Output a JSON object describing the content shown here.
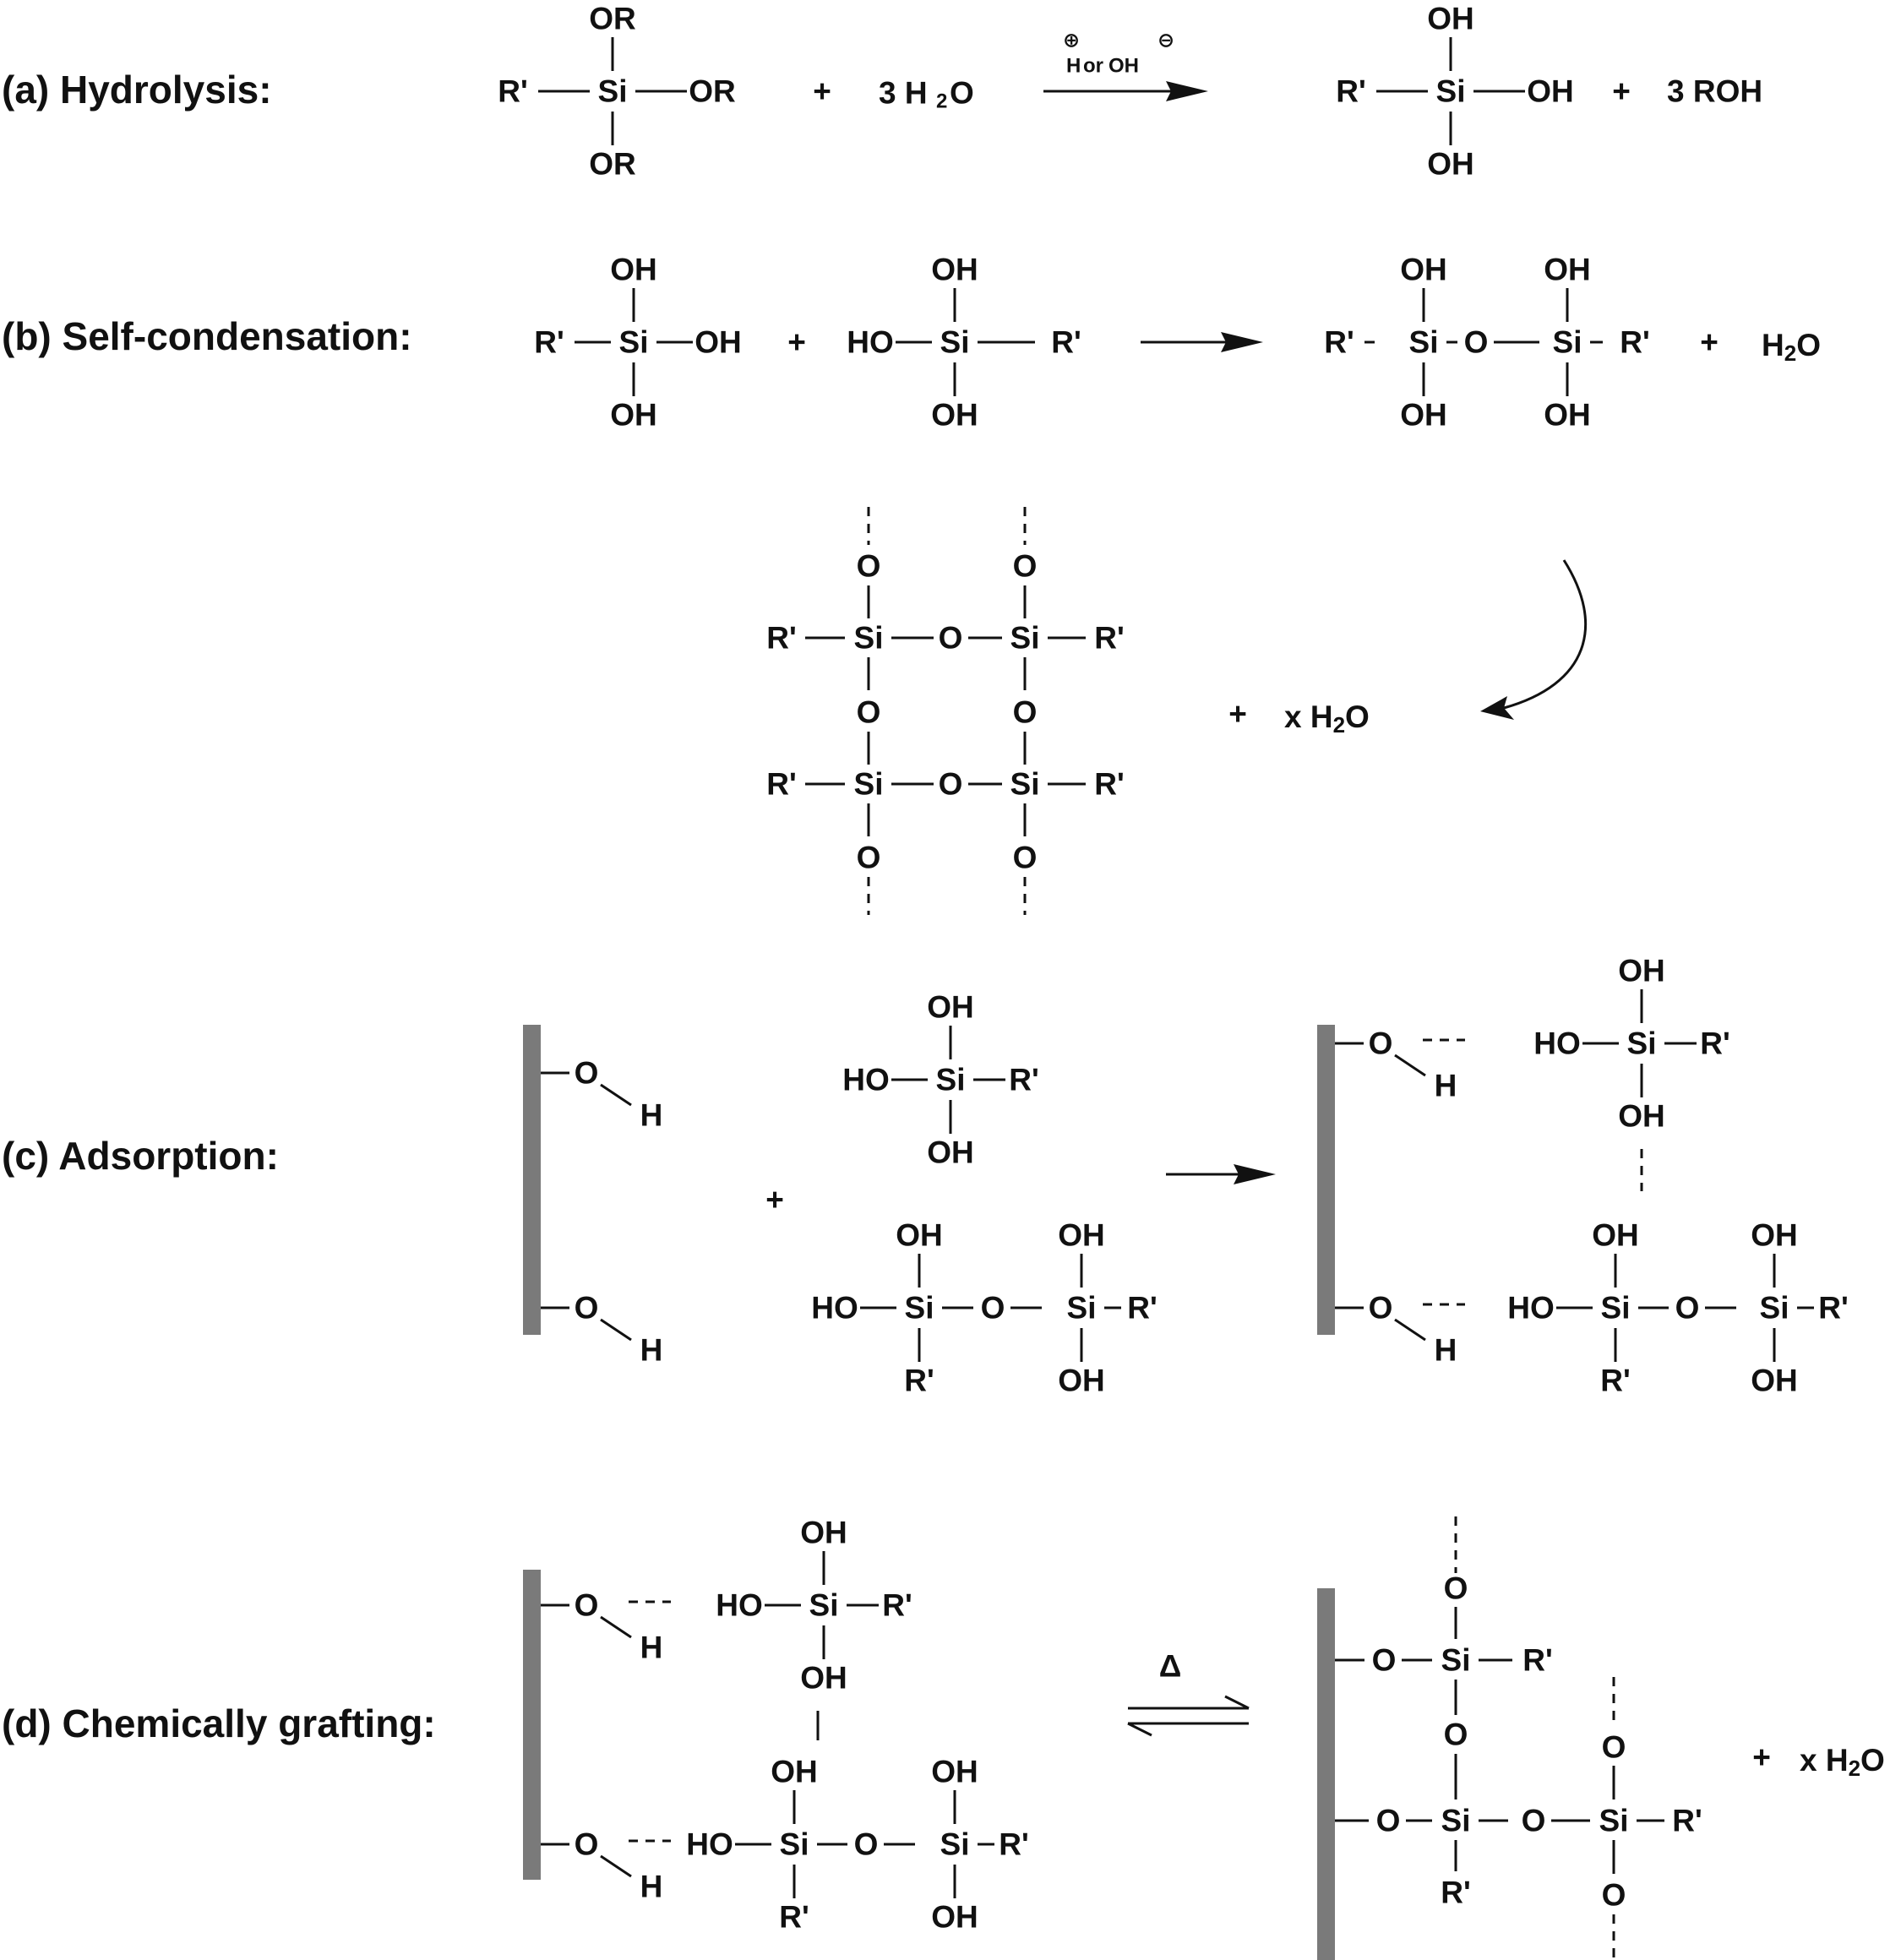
{
  "labels": {
    "a": "(a) Hydrolysis:",
    "b": "(b) Self-condensation:",
    "c": "(c) Adsorption:",
    "d": "(d) Chemically grafting:"
  },
  "atoms": {
    "si": "Si",
    "o": "O",
    "oh": "OH",
    "ho": "HO",
    "or": "OR",
    "r": "R'",
    "h": "H"
  },
  "symbols": {
    "plus": "+",
    "three_water": "3 H",
    "three_water_o": "O",
    "three_roh": "3 ROH",
    "water": "H",
    "water_sub": "2",
    "water_o": "O",
    "x_water": "x H",
    "h_plus": "H",
    "or_word": "or",
    "oh_minus": "OH",
    "plus_charge": "⊕",
    "minus_charge": "⊖",
    "delta": "Δ"
  }
}
